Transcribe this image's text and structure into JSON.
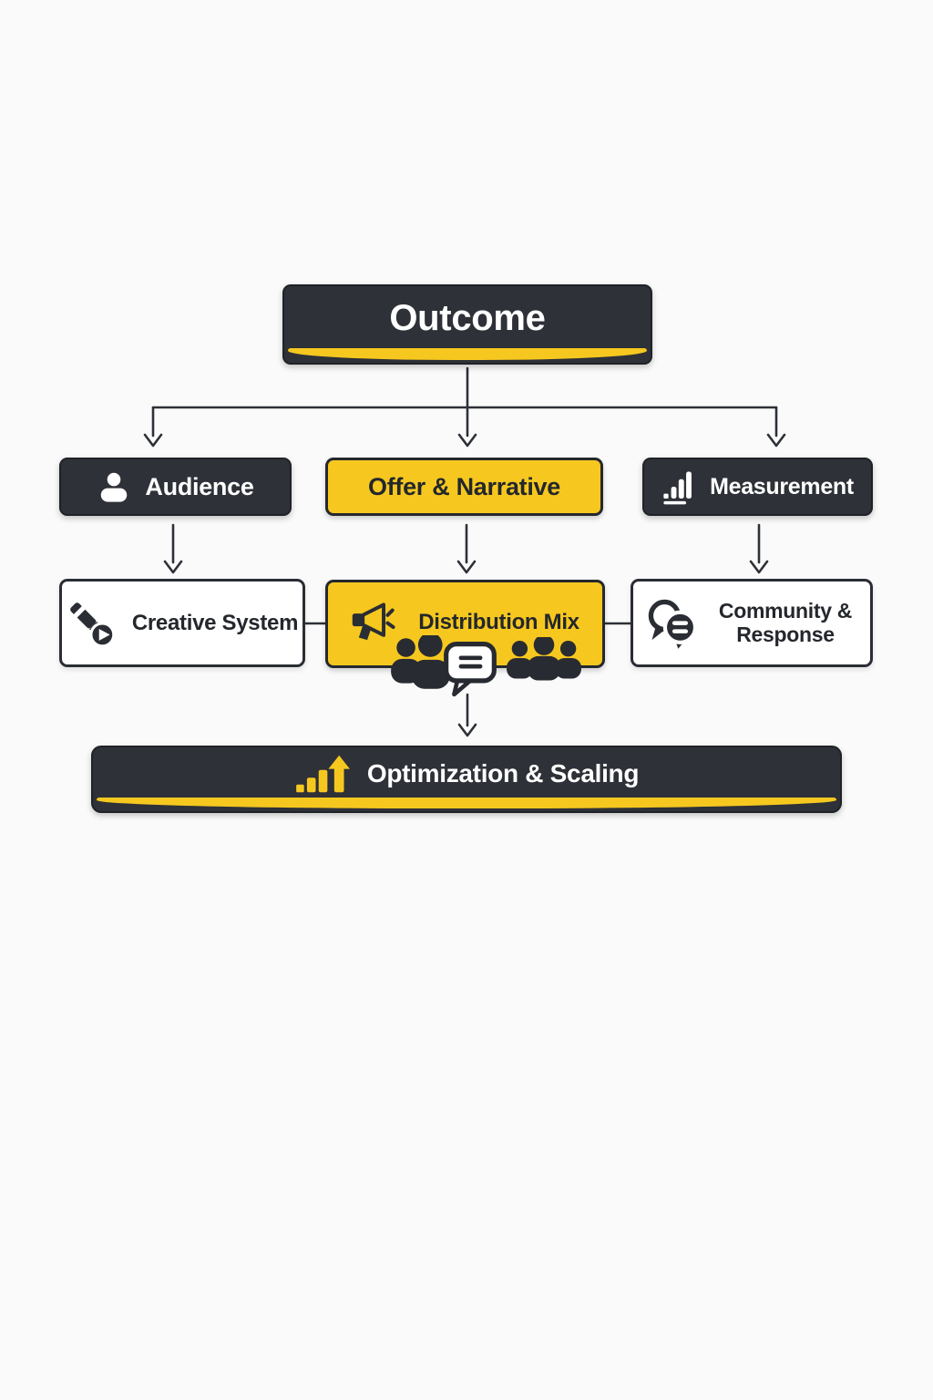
{
  "colors": {
    "dark": "#2e3137",
    "yellow": "#f6c81f",
    "white": "#ffffff",
    "background": "#fafafa",
    "text_light": "#ffffff",
    "text_dark": "#24272c",
    "line": "#2e3137"
  },
  "diagram": {
    "outcome": {
      "label": "Outcome"
    },
    "level2": [
      {
        "id": "audience",
        "label": "Audience",
        "icon": "person-icon",
        "style": "dark"
      },
      {
        "id": "offer_narrative",
        "label": "Offer & Narrative",
        "icon": null,
        "style": "yellow"
      },
      {
        "id": "measurement",
        "label": "Measurement",
        "icon": "bar-chart-icon",
        "style": "dark"
      }
    ],
    "level3": [
      {
        "id": "creative_system",
        "label": "Creative System",
        "icon": "pencil-play-icon",
        "style": "white"
      },
      {
        "id": "distribution_mix",
        "label": "Distribution Mix",
        "icon": "megaphone-icon",
        "style": "yellow",
        "decorations": [
          "people-group-icon",
          "speech-bubble-icon",
          "people-group-icon"
        ]
      },
      {
        "id": "community_response",
        "label": "Community & Response",
        "icon": "chat-bubbles-icon",
        "style": "white"
      }
    ],
    "footer": {
      "label": "Optimization & Scaling",
      "icon": "growth-arrow-icon"
    }
  }
}
